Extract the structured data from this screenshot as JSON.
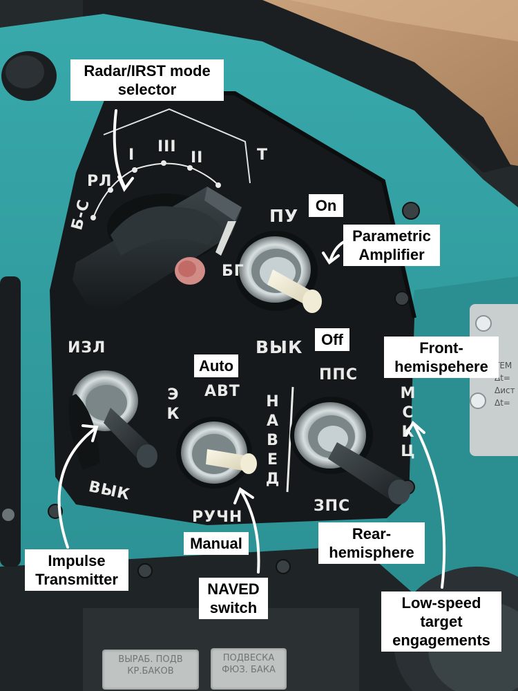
{
  "panel": {
    "labels": {
      "bs": "Б-С",
      "rl": "РЛ",
      "i": "I",
      "iii": "III",
      "ii": "II",
      "t": "Т",
      "pu": "ПУ",
      "bg": "БГ",
      "izl": "ИЗЛ",
      "vyk_mid": "ВЫК",
      "ek": "ЭК",
      "avt": "АВТ",
      "vyk_left": "ВЫК",
      "ruchn": "РУЧН",
      "naved": "НАВЕД",
      "pps": "ППС",
      "zps": "ЗПС",
      "msk": "МСКЦ"
    }
  },
  "annotations": {
    "radar_mode": "Radar/IRST mode\nselector",
    "on": "On",
    "param_amp": "Parametric\nAmplifier",
    "off": "Off",
    "front": "Front-\nhemispehere",
    "auto": "Auto",
    "impulse": "Impulse\nTransmitter",
    "manual": "Manual",
    "rear": "Rear-\nhemisphere",
    "naved_switch": "NAVED\nswitch",
    "low_speed": "Low-speed\ntarget\nengagements"
  },
  "placards": {
    "left": "ВЫРАБ. ПОДВ\nКР.БАКОВ",
    "right": "ПОДВЕСКА\nФЮЗ. БАКА"
  },
  "side_placard": {
    "text": "ТЕМ\nΔt=\nΔист\nΔt="
  },
  "colors": {
    "panel_teal": "#2f9ea0",
    "panel_face": "#16191b",
    "switch_cap": "#ece8d2",
    "label_white": "#e8ebe8"
  }
}
